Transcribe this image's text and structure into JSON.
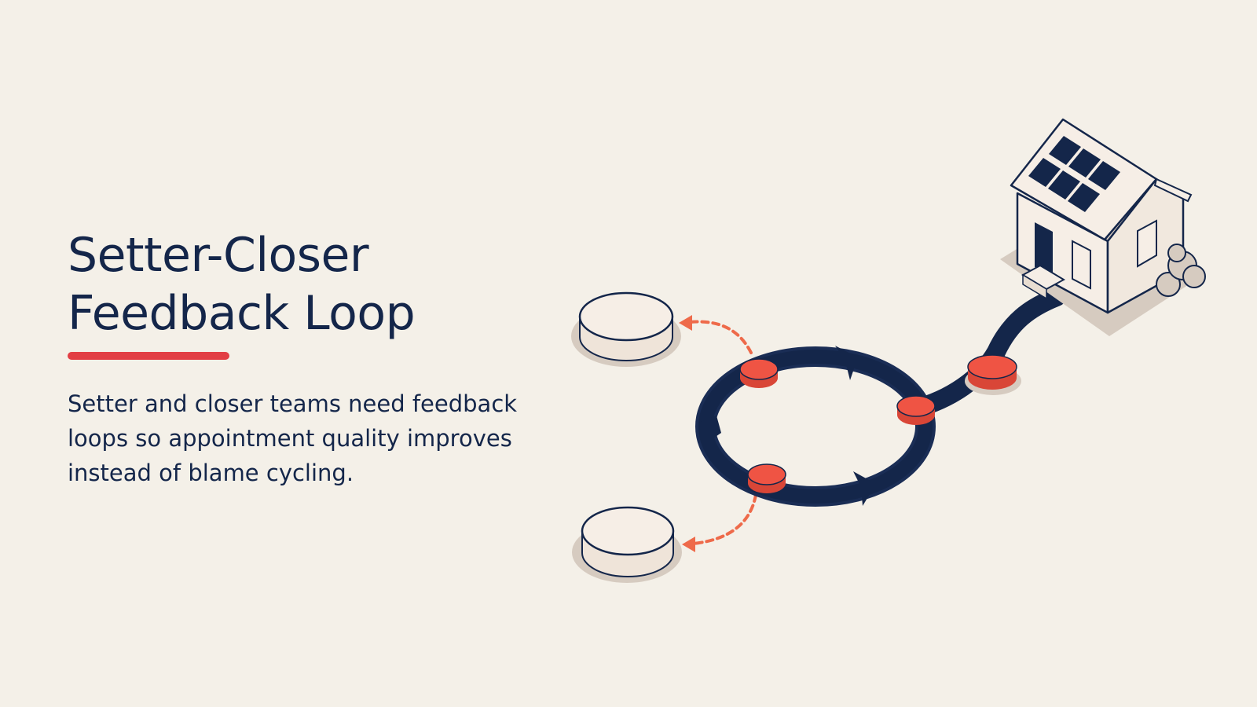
{
  "title": {
    "line1": "Setter-Closer",
    "line2": "Feedback Loop"
  },
  "description": {
    "line1": "Setter and closer teams need feedback",
    "line2": "loops so appointment quality improves",
    "line3": "instead of blame cycling."
  },
  "icons": [
    "house-with-solar-panels-icon",
    "feedback-loop-ring-icon",
    "checkpoint-disc-icon",
    "empty-pedestal-icon",
    "dashed-arrow-icon"
  ],
  "colors": {
    "background": "#f4f0e8",
    "navy": "#14264a",
    "accent_red": "#e23e44",
    "node_red": "#ef5444",
    "dashed_orange": "#ee6a4a",
    "pedestal_fill": "#f5ece2",
    "shadow": "#d6cbc0"
  }
}
